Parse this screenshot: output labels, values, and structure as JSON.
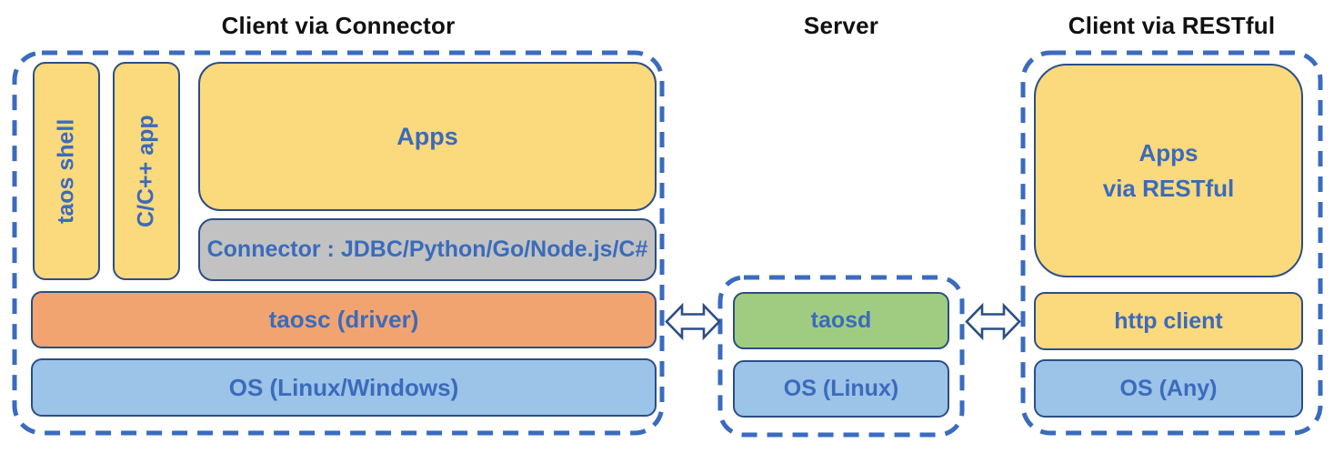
{
  "left": {
    "title": "Client via Connector",
    "taos_shell": "taos shell",
    "cpp_app": "C/C++ app",
    "apps": "Apps",
    "connector": "Connector : JDBC/Python/Go/Node.js/C#",
    "taosc": "taosc (driver)",
    "os": "OS (Linux/Windows)"
  },
  "server": {
    "title": "Server",
    "taosd": "taosd",
    "os": "OS (Linux)"
  },
  "right": {
    "title": "Client via RESTful",
    "apps": "Apps\nvia RESTful",
    "http_client": "http client",
    "os": "OS (Any)"
  },
  "colors": {
    "yellow": "#fbd97d",
    "orange": "#f2a470",
    "green": "#a0cc82",
    "blue": "#9cc3e8",
    "gray": "#c2c2c2",
    "navy_border": "#2c4e85",
    "text_blue": "#3b6bbb",
    "dashed_blue": "#3a6bbf",
    "title_black": "#111111"
  }
}
